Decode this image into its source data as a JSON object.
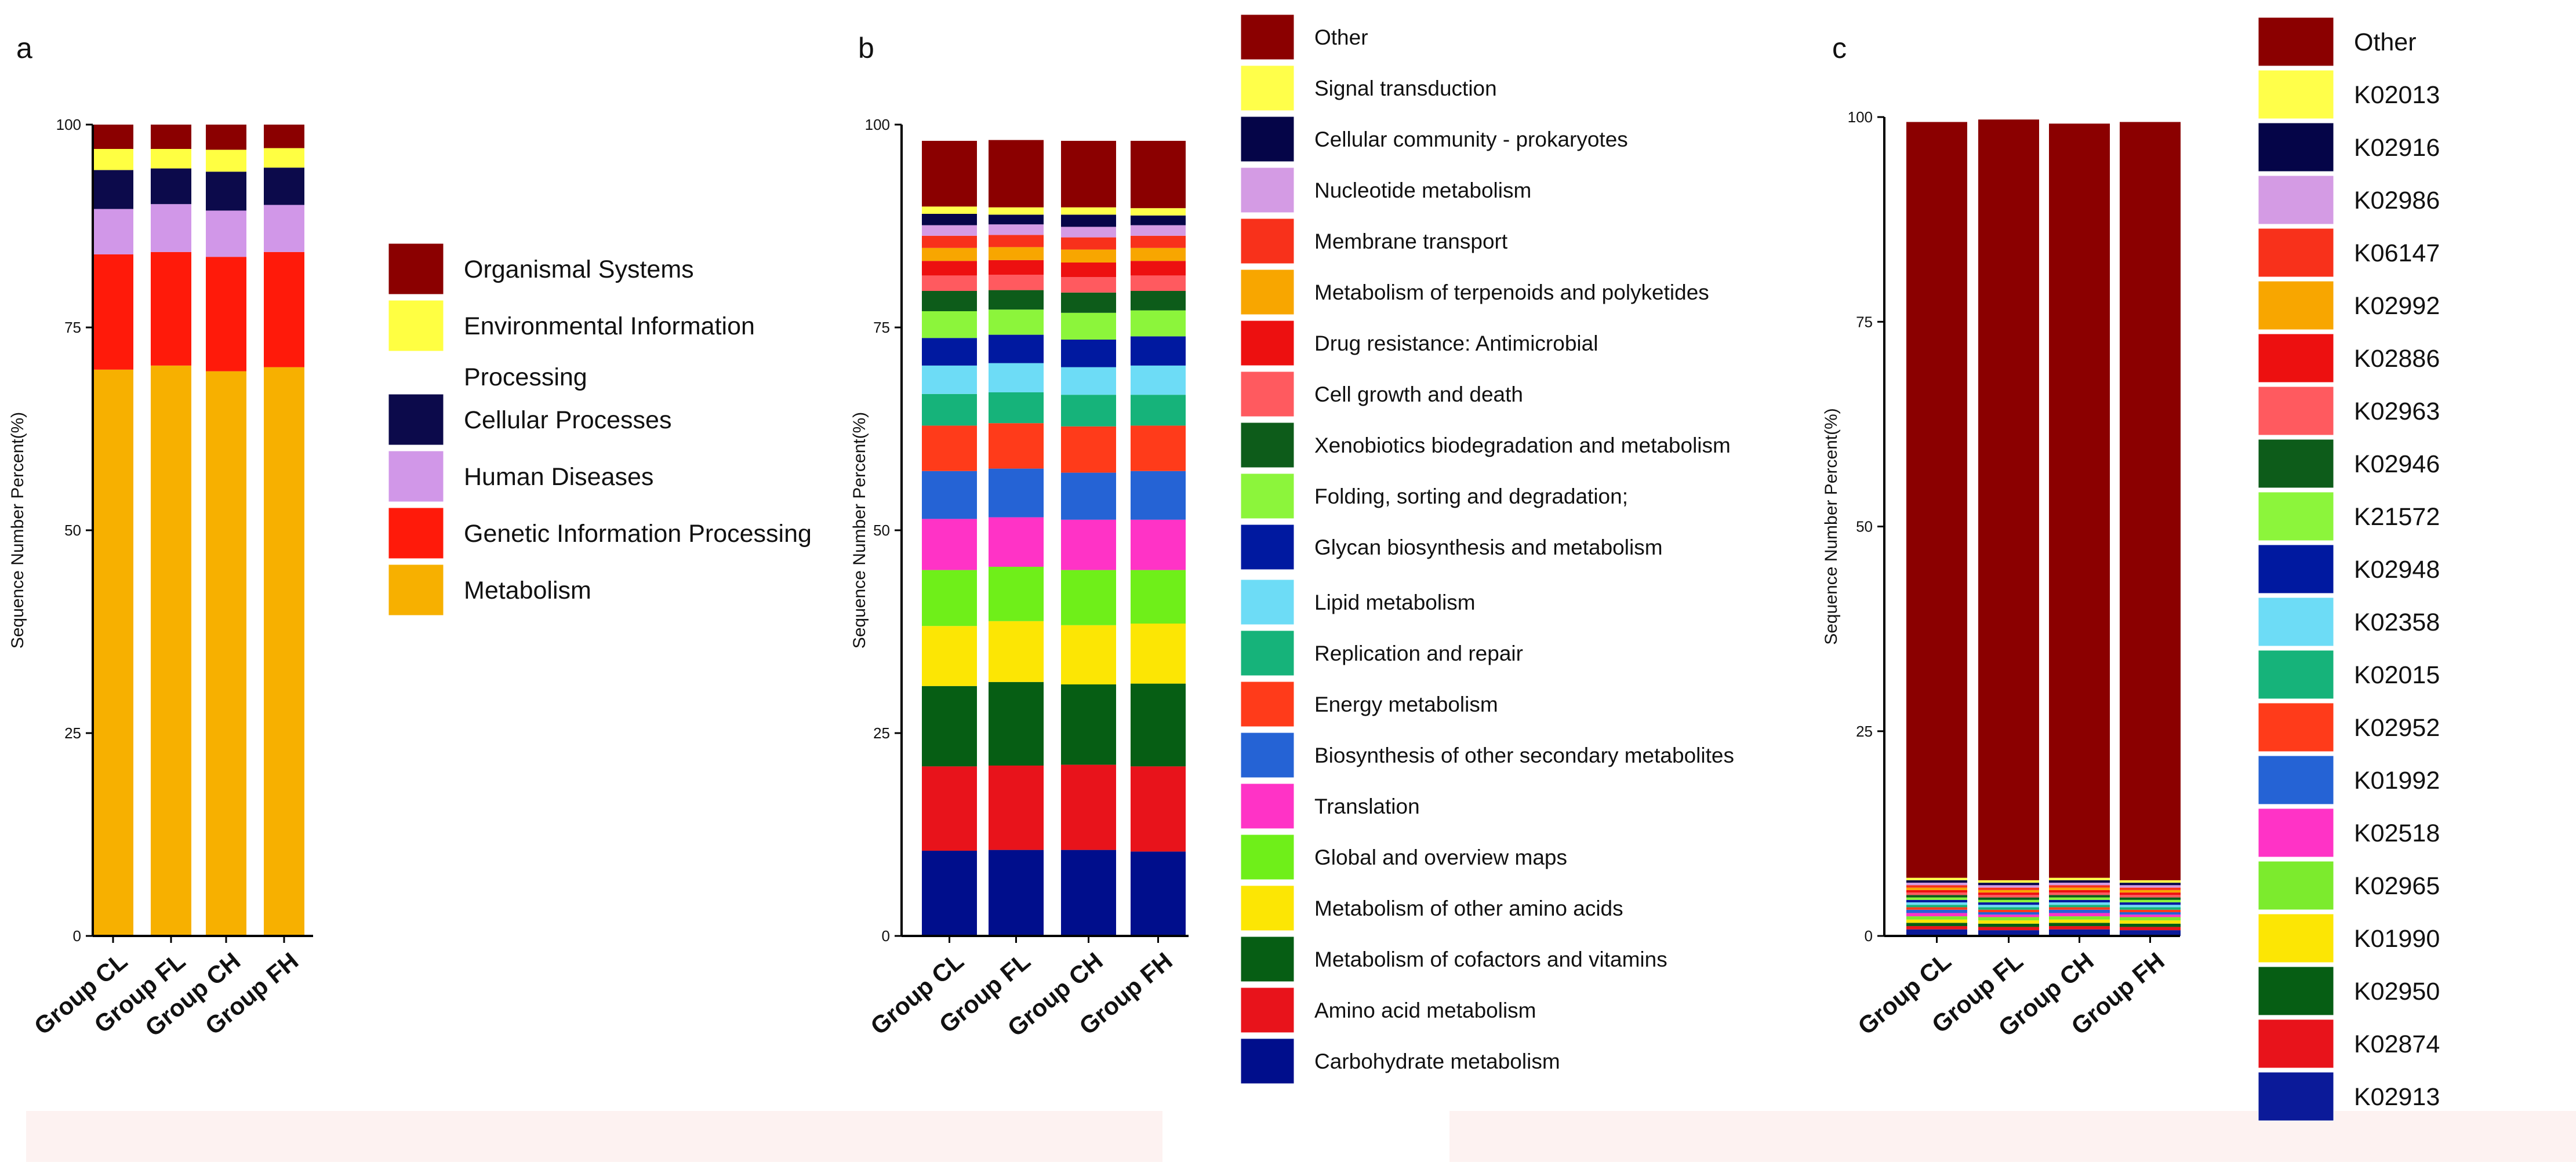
{
  "chart_data": [
    {
      "panel": "a",
      "type": "stacked-bar",
      "ylabel": "Sequence Number Percent(%)",
      "ylim": [
        0,
        100
      ],
      "yticks": [
        0,
        25,
        50,
        75,
        100
      ],
      "grid": false,
      "legend_position": "right",
      "categories": [
        "Group CL",
        "Group FL",
        "Group CH",
        "Group FH"
      ],
      "series": [
        {
          "name": "Metabolism",
          "color": "#F7B000",
          "values": [
            69.8,
            70.3,
            69.6,
            70.1
          ]
        },
        {
          "name": "Genetic Information Processing",
          "color": "#FF1A0A",
          "values": [
            14.2,
            14.0,
            14.1,
            14.2
          ]
        },
        {
          "name": "Human Diseases",
          "color": "#D197E8",
          "values": [
            5.6,
            5.9,
            5.7,
            5.8
          ]
        },
        {
          "name": "Cellular Processes",
          "color": "#0C0A4B",
          "values": [
            4.8,
            4.4,
            4.8,
            4.6
          ]
        },
        {
          "name": "Environmental Information Processing",
          "color": "#FFFF42",
          "values": [
            2.6,
            2.4,
            2.7,
            2.4
          ]
        },
        {
          "name": "Organismal Systems",
          "color": "#8B0000",
          "values": [
            3.0,
            3.0,
            3.1,
            2.9
          ]
        }
      ],
      "legend": {
        "groups": [
          [
            {
              "label": [
                "Organismal Systems"
              ],
              "color": "#8B0000"
            },
            {
              "label": [
                "Environmental Information",
                "Processing"
              ],
              "color": "#FFFF42"
            }
          ],
          [
            {
              "label": [
                "Cellular Processes"
              ],
              "color": "#0C0A4B"
            },
            {
              "label": [
                "Human Diseases"
              ],
              "color": "#D197E8"
            },
            {
              "label": [
                "Genetic Information Processing"
              ],
              "color": "#FF1A0A"
            },
            {
              "label": [
                "Metabolism"
              ],
              "color": "#F7B000"
            }
          ]
        ]
      }
    },
    {
      "panel": "b",
      "type": "stacked-bar",
      "ylabel": "Sequence Number Percent(%)",
      "ylim": [
        0,
        100
      ],
      "yticks": [
        0,
        25,
        50,
        75,
        100
      ],
      "grid": false,
      "legend_position": "right",
      "categories": [
        "Group CL",
        "Group FL",
        "Group CH",
        "Group FH"
      ],
      "series": [
        {
          "name": "Carbohydrate metabolism",
          "color": "#000E8C",
          "values": [
            10.5,
            10.6,
            10.6,
            10.4
          ]
        },
        {
          "name": "Amino acid metabolism",
          "color": "#E8131B",
          "values": [
            10.4,
            10.4,
            10.5,
            10.5
          ]
        },
        {
          "name": "Metabolism of cofactors and vitamins",
          "color": "#065E14",
          "values": [
            9.9,
            10.3,
            9.9,
            10.2
          ]
        },
        {
          "name": "Metabolism of other amino acids",
          "color": "#FCE604",
          "values": [
            7.4,
            7.5,
            7.3,
            7.4
          ]
        },
        {
          "name": "Global and overview maps",
          "color": "#6FEF19",
          "values": [
            6.9,
            6.7,
            6.8,
            6.6
          ]
        },
        {
          "name": "Translation",
          "color": "#FF33C6",
          "values": [
            6.3,
            6.1,
            6.2,
            6.2
          ]
        },
        {
          "name": "Biosynthesis of other secondary metabolites",
          "color": "#2563D5",
          "values": [
            5.9,
            6.0,
            5.8,
            6.0
          ]
        },
        {
          "name": "Energy metabolism",
          "color": "#FF3B1A",
          "values": [
            5.6,
            5.6,
            5.7,
            5.6
          ]
        },
        {
          "name": "Replication and repair",
          "color": "#16B37A",
          "values": [
            3.9,
            3.8,
            3.9,
            3.8
          ]
        },
        {
          "name": "Lipid metabolism",
          "color": "#6DDCF6",
          "values": [
            3.5,
            3.6,
            3.4,
            3.6
          ]
        },
        {
          "name": "Glycan biosynthesis and metabolism",
          "color": "#0019A0",
          "values": [
            3.4,
            3.5,
            3.4,
            3.6
          ]
        },
        {
          "name": "Folding, sorting and degradation;",
          "color": "#8CF53B",
          "values": [
            3.3,
            3.1,
            3.3,
            3.2
          ]
        },
        {
          "name": "Xenobiotics biodegradation and metabolism",
          "color": "#0D5C1A",
          "values": [
            2.5,
            2.4,
            2.5,
            2.4
          ]
        },
        {
          "name": "Cell growth and death",
          "color": "#FF5A5F",
          "values": [
            1.9,
            1.9,
            1.9,
            1.9
          ]
        },
        {
          "name": "Drug resistance: Antimicrobial",
          "color": "#ED1010",
          "values": [
            1.8,
            1.8,
            1.8,
            1.8
          ]
        },
        {
          "name": "Metabolism of terpenoids and polyketides",
          "color": "#F8A600",
          "values": [
            1.6,
            1.6,
            1.6,
            1.6
          ]
        },
        {
          "name": "Membrane transport",
          "color": "#F8311B",
          "values": [
            1.5,
            1.5,
            1.5,
            1.5
          ]
        },
        {
          "name": "Nucleotide metabolism",
          "color": "#D49BE4",
          "values": [
            1.3,
            1.3,
            1.3,
            1.3
          ]
        },
        {
          "name": "Cellular community - prokaryotes",
          "color": "#050548",
          "values": [
            1.4,
            1.2,
            1.5,
            1.2
          ]
        },
        {
          "name": "Signal transduction",
          "color": "#FFFF4A",
          "values": [
            0.9,
            0.9,
            0.9,
            0.9
          ]
        },
        {
          "name": "Other",
          "color": "#8B0000",
          "values": [
            8.1,
            8.3,
            8.2,
            8.3
          ]
        }
      ],
      "legend": {
        "groups": [
          [
            {
              "label": [
                "Other"
              ],
              "color": "#8B0000"
            },
            {
              "label": [
                "Signal transduction"
              ],
              "color": "#FFFF4A"
            },
            {
              "label": [
                "Cellular community - prokaryotes"
              ],
              "color": "#050548"
            },
            {
              "label": [
                "Nucleotide metabolism"
              ],
              "color": "#D49BE4"
            },
            {
              "label": [
                "Membrane transport"
              ],
              "color": "#F8311B"
            },
            {
              "label": [
                "Metabolism of terpenoids and polyketides"
              ],
              "color": "#F8A600"
            },
            {
              "label": [
                "Drug resistance: Antimicrobial"
              ],
              "color": "#ED1010"
            },
            {
              "label": [
                "Cell growth and death"
              ],
              "color": "#FF5A5F"
            },
            {
              "label": [
                "Xenobiotics biodegradation and metabolism"
              ],
              "color": "#0D5C1A"
            },
            {
              "label": [
                "Folding, sorting and degradation;"
              ],
              "color": "#8CF53B"
            },
            {
              "label": [
                "Glycan biosynthesis and metabolism"
              ],
              "color": "#0019A0"
            }
          ],
          [
            {
              "label": [
                "Lipid metabolism"
              ],
              "color": "#6DDCF6"
            },
            {
              "label": [
                "Replication and repair"
              ],
              "color": "#16B37A"
            },
            {
              "label": [
                "Energy metabolism"
              ],
              "color": "#FF3B1A"
            },
            {
              "label": [
                "Biosynthesis of other secondary metabolites"
              ],
              "color": "#2563D5"
            },
            {
              "label": [
                "Translation"
              ],
              "color": "#FF33C6"
            },
            {
              "label": [
                "Global and overview maps"
              ],
              "color": "#6FEF19"
            },
            {
              "label": [
                "Metabolism of other amino acids"
              ],
              "color": "#FCE604"
            },
            {
              "label": [
                "Metabolism of cofactors and vitamins"
              ],
              "color": "#065E14"
            },
            {
              "label": [
                "Amino acid metabolism"
              ],
              "color": "#E8131B"
            },
            {
              "label": [
                "Carbohydrate metabolism"
              ],
              "color": "#000E8C"
            }
          ]
        ]
      }
    },
    {
      "panel": "c",
      "type": "stacked-bar",
      "ylabel": "Sequence Number Percent(%)",
      "ylim": [
        0,
        100
      ],
      "yticks": [
        0,
        25,
        50,
        75,
        100
      ],
      "grid": false,
      "legend_position": "right",
      "categories": [
        "Group CL",
        "Group FL",
        "Group CH",
        "Group FH"
      ],
      "series": [
        {
          "name": "K02913",
          "color": "#0B1A99",
          "values": [
            0.8,
            0.7,
            0.8,
            0.7
          ]
        },
        {
          "name": "K02874",
          "color": "#E8131B",
          "values": [
            0.4,
            0.4,
            0.4,
            0.4
          ]
        },
        {
          "name": "K02950",
          "color": "#065E14",
          "values": [
            0.4,
            0.4,
            0.4,
            0.4
          ]
        },
        {
          "name": "K01990",
          "color": "#FCE604",
          "values": [
            0.4,
            0.4,
            0.4,
            0.4
          ]
        },
        {
          "name": "K02965",
          "color": "#7CEB2D",
          "values": [
            0.4,
            0.4,
            0.4,
            0.4
          ]
        },
        {
          "name": "K02518",
          "color": "#FF33C6",
          "values": [
            0.4,
            0.3,
            0.4,
            0.3
          ]
        },
        {
          "name": "K01992",
          "color": "#2563D5",
          "values": [
            0.4,
            0.3,
            0.4,
            0.3
          ]
        },
        {
          "name": "K02952",
          "color": "#FF3B1A",
          "values": [
            0.3,
            0.3,
            0.3,
            0.3
          ]
        },
        {
          "name": "K02015",
          "color": "#16B37A",
          "values": [
            0.3,
            0.3,
            0.3,
            0.3
          ]
        },
        {
          "name": "K02358",
          "color": "#6DDCF6",
          "values": [
            0.3,
            0.3,
            0.3,
            0.3
          ]
        },
        {
          "name": "K02948",
          "color": "#0019A0",
          "values": [
            0.3,
            0.3,
            0.3,
            0.3
          ]
        },
        {
          "name": "K21572",
          "color": "#8CF53B",
          "values": [
            0.3,
            0.3,
            0.3,
            0.3
          ]
        },
        {
          "name": "K02946",
          "color": "#0D5C1A",
          "values": [
            0.3,
            0.3,
            0.3,
            0.3
          ]
        },
        {
          "name": "K02963",
          "color": "#FF5A5F",
          "values": [
            0.3,
            0.3,
            0.3,
            0.3
          ]
        },
        {
          "name": "K02886",
          "color": "#ED1010",
          "values": [
            0.3,
            0.3,
            0.3,
            0.3
          ]
        },
        {
          "name": "K02992",
          "color": "#F8A600",
          "values": [
            0.3,
            0.3,
            0.3,
            0.3
          ]
        },
        {
          "name": "K06147",
          "color": "#F8311B",
          "values": [
            0.3,
            0.3,
            0.3,
            0.3
          ]
        },
        {
          "name": "K02986",
          "color": "#D49BE4",
          "values": [
            0.3,
            0.3,
            0.3,
            0.3
          ]
        },
        {
          "name": "K02916",
          "color": "#050548",
          "values": [
            0.3,
            0.3,
            0.3,
            0.3
          ]
        },
        {
          "name": "K02013",
          "color": "#FFFF4A",
          "values": [
            0.3,
            0.3,
            0.3,
            0.3
          ]
        },
        {
          "name": "Other",
          "color": "#8B0000",
          "values": [
            92.3,
            92.9,
            92.1,
            92.6
          ]
        }
      ],
      "legend": {
        "groups": [
          [
            {
              "label": [
                "Other"
              ],
              "color": "#8B0000"
            },
            {
              "label": [
                "K02013"
              ],
              "color": "#FFFF4A"
            },
            {
              "label": [
                "K02916"
              ],
              "color": "#050548"
            },
            {
              "label": [
                "K02986"
              ],
              "color": "#D49BE4"
            },
            {
              "label": [
                "K06147"
              ],
              "color": "#F8311B"
            },
            {
              "label": [
                "K02992"
              ],
              "color": "#F8A600"
            },
            {
              "label": [
                "K02886"
              ],
              "color": "#ED1010"
            },
            {
              "label": [
                "K02963"
              ],
              "color": "#FF5A5F"
            },
            {
              "label": [
                "K02946"
              ],
              "color": "#0D5C1A"
            },
            {
              "label": [
                "K21572"
              ],
              "color": "#8CF53B"
            },
            {
              "label": [
                "K02948"
              ],
              "color": "#0019A0"
            },
            {
              "label": [
                "K02358"
              ],
              "color": "#6DDCF6"
            },
            {
              "label": [
                "K02015"
              ],
              "color": "#16B37A"
            },
            {
              "label": [
                "K02952"
              ],
              "color": "#FF3B1A"
            },
            {
              "label": [
                "K01992"
              ],
              "color": "#2563D5"
            },
            {
              "label": [
                "K02518"
              ],
              "color": "#FF33C6"
            },
            {
              "label": [
                "K02965"
              ],
              "color": "#7CEB2D"
            },
            {
              "label": [
                "K01990"
              ],
              "color": "#FCE604"
            },
            {
              "label": [
                "K02950"
              ],
              "color": "#065E14"
            },
            {
              "label": [
                "K02874"
              ],
              "color": "#E8131B"
            },
            {
              "label": [
                "K02913"
              ],
              "color": "#0B1A99"
            }
          ]
        ]
      }
    }
  ]
}
